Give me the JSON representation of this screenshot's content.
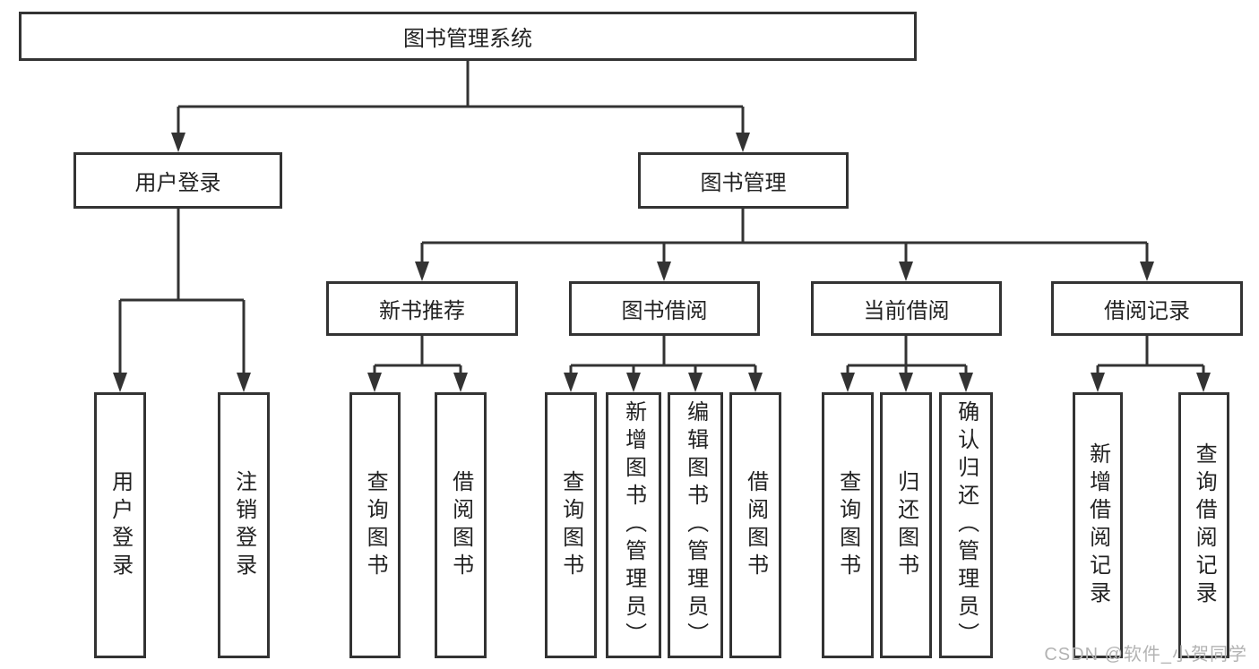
{
  "tree": {
    "root": {
      "label": "图书管理系统",
      "children": [
        {
          "label": "用户登录",
          "children": [
            {
              "label": "用户登录"
            },
            {
              "label": "注销登录"
            }
          ]
        },
        {
          "label": "图书管理",
          "children": [
            {
              "label": "新书推荐",
              "children": [
                {
                  "label": "查询图书"
                },
                {
                  "label": "借阅图书"
                }
              ]
            },
            {
              "label": "图书借阅",
              "children": [
                {
                  "label": "查询图书"
                },
                {
                  "label": "新增图书（管理员）"
                },
                {
                  "label": "编辑图书（管理员）"
                },
                {
                  "label": "借阅图书"
                }
              ]
            },
            {
              "label": "当前借阅",
              "children": [
                {
                  "label": "查询图书"
                },
                {
                  "label": "归还图书"
                },
                {
                  "label": "确认归还（管理员）"
                }
              ]
            },
            {
              "label": "借阅记录",
              "children": [
                {
                  "label": "新增借阅记录"
                },
                {
                  "label": "查询借阅记录"
                }
              ]
            }
          ]
        }
      ]
    }
  },
  "watermark": {
    "text": "CSDN @软件_小贺同学"
  },
  "colors": {
    "line": "#333333",
    "box_border": "#333333",
    "box_fill": "#ffffff",
    "text": "#222222",
    "watermark": "#b3b3b3",
    "background": "#ffffff"
  }
}
